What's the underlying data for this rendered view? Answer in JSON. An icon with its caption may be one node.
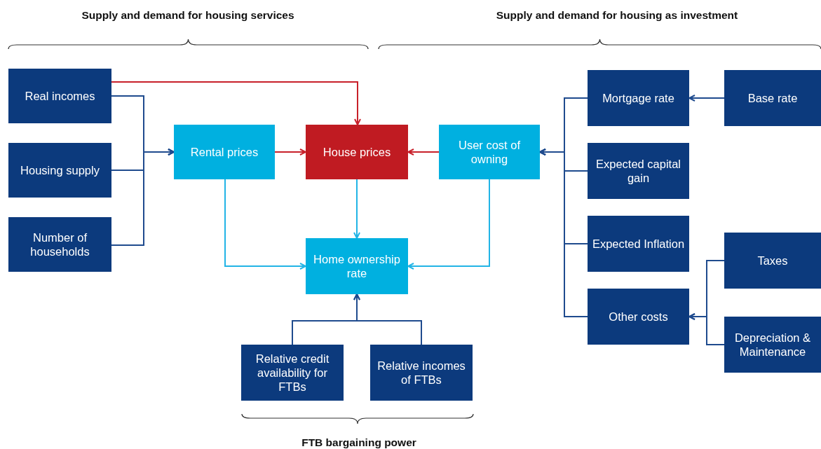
{
  "diagram": {
    "nodes": [
      {
        "text": [
          "Real incomes"
        ]
      },
      {
        "text": [
          "Housing supply"
        ]
      },
      {
        "text": [
          "Number of households"
        ]
      },
      {
        "text": [
          "Rental prices"
        ]
      },
      {
        "text": [
          "House prices"
        ]
      },
      {
        "text": [
          "User cost of owning"
        ]
      },
      {
        "text": [
          "Home ownership rate"
        ]
      },
      {
        "text": [
          "Relative credit availability for FTBs"
        ]
      },
      {
        "text": [
          "Relative incomes of FTBs"
        ]
      },
      {
        "text": [
          "Mortgage rate"
        ]
      },
      {
        "text": [
          "Base rate"
        ]
      },
      {
        "text": [
          "Expected capital gain"
        ]
      },
      {
        "text": [
          "Expected Inflation"
        ]
      },
      {
        "text": [
          "Other costs"
        ]
      },
      {
        "text": [
          "Taxes"
        ]
      },
      {
        "text": [
          "Depreciation & Maintenance"
        ]
      }
    ],
    "edges": [
      {
        "from": 0,
        "to": 4,
        "arrow": "to",
        "color": "#c8202a"
      },
      {
        "from": 0,
        "to": 3,
        "arrow": "to"
      },
      {
        "from": 1,
        "to": 3,
        "arrow": "to"
      },
      {
        "from": 2,
        "to": 3,
        "arrow": "to"
      },
      {
        "from": 3,
        "to": 4,
        "arrow": "to",
        "color": "#c8202a"
      },
      {
        "from": 5,
        "to": 4,
        "arrow": "to",
        "color": "#c8202a"
      },
      {
        "from": 3,
        "to": 6,
        "arrow": "to",
        "color": "#22b4e6"
      },
      {
        "from": 4,
        "to": 6,
        "arrow": "to",
        "color": "#22b4e6"
      },
      {
        "from": 5,
        "to": 6,
        "arrow": "to",
        "color": "#22b4e6"
      },
      {
        "from": 7,
        "to": 6,
        "arrow": "to"
      },
      {
        "from": 8,
        "to": 6,
        "arrow": "to"
      },
      {
        "from": 9,
        "to": 5,
        "arrow": "to"
      },
      {
        "from": 11,
        "to": 5,
        "arrow": "to"
      },
      {
        "from": 12,
        "to": 5,
        "arrow": "to"
      },
      {
        "from": 13,
        "to": 5,
        "arrow": "to"
      },
      {
        "from": 10,
        "to": 9,
        "arrow": "to"
      },
      {
        "from": 14,
        "to": 13,
        "arrow": "to"
      },
      {
        "from": 15,
        "to": 13,
        "arrow": "to"
      }
    ],
    "labels": [
      "Supply and demand for housing services",
      "Supply and demand for housing as investment",
      "FTB bargaining power"
    ]
  }
}
